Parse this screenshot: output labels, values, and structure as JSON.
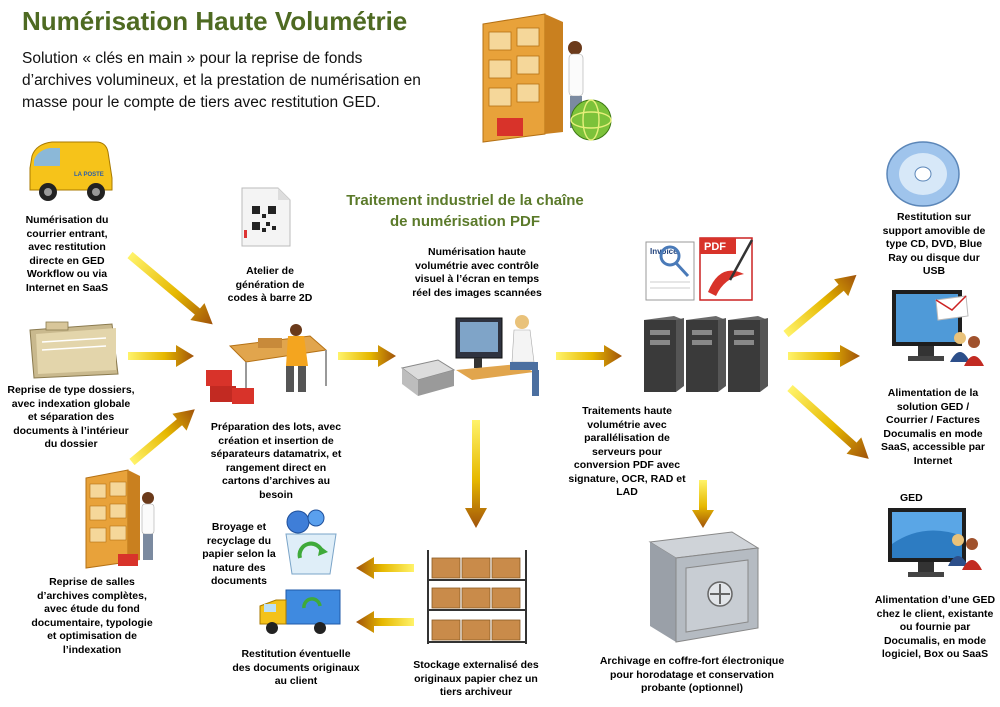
{
  "header": {
    "title": "Numérisation Haute Volumétrie",
    "intro": "Solution « clés en main » pour la reprise de fonds d’archives volumineux, et la prestation de numérisation en masse pour le compte de tiers avec restitution GED."
  },
  "center": {
    "subtitle_line1": "Traitement industriel de la chaîne",
    "subtitle_line2": "de numérisation PDF"
  },
  "labels": {
    "courrier": "Numérisation du courrier entrant, avec restitution directe en GED Workflow  ou via Internet en SaaS",
    "dossiers": "Reprise de type dossiers, avec indexation globale et séparation des documents à l’intérieur du dossier",
    "salles": "Reprise de salles d’archives complètes, avec étude du fond documentaire, typologie et optimisation de l’indexation",
    "atelier": "Atelier de génération de codes à barre 2D",
    "preparation": "Préparation des lots, avec création et insertion de séparateurs datamatrix, et rangement direct en cartons d’archives au besoin",
    "numerisation": "Numérisation haute volumétrie avec contrôle visuel à l’écran en temps réel des images scannées",
    "traitements": "Traitements haute volumétrie avec parallélisation de serveurs pour conversion PDF avec signature, OCR, RAD et LAD",
    "restitution_support": "Restitution sur support amovible de type CD, DVD, Blue Ray ou disque dur USB",
    "alimentation_solution": "Alimentation de la solution GED / Courrier / Factures Documalis en mode SaaS, accessible par Internet",
    "ged_tag": "GED",
    "alimentation_ged": "Alimentation d’une GED chez le client, existante ou fournie par Documalis, en mode logiciel, Box ou SaaS",
    "broyage": "Broyage et recyclage du papier selon la nature des documents",
    "restitution_originaux": "Restitution éventuelle des documents originaux au client",
    "stockage": "Stockage externalisé des originaux papier chez un tiers archiveur",
    "archivage": "Archivage en coffre-fort électronique pour horodatage et conservation probante (optionnel)"
  },
  "icons": {
    "van_text": "LA POSTE",
    "invoice_text": "Invoice",
    "pdf_text": "PDF"
  },
  "colors": {
    "title": "#4e6a22",
    "arrow_light": "#f7e300",
    "arrow_dark": "#a0520a"
  }
}
